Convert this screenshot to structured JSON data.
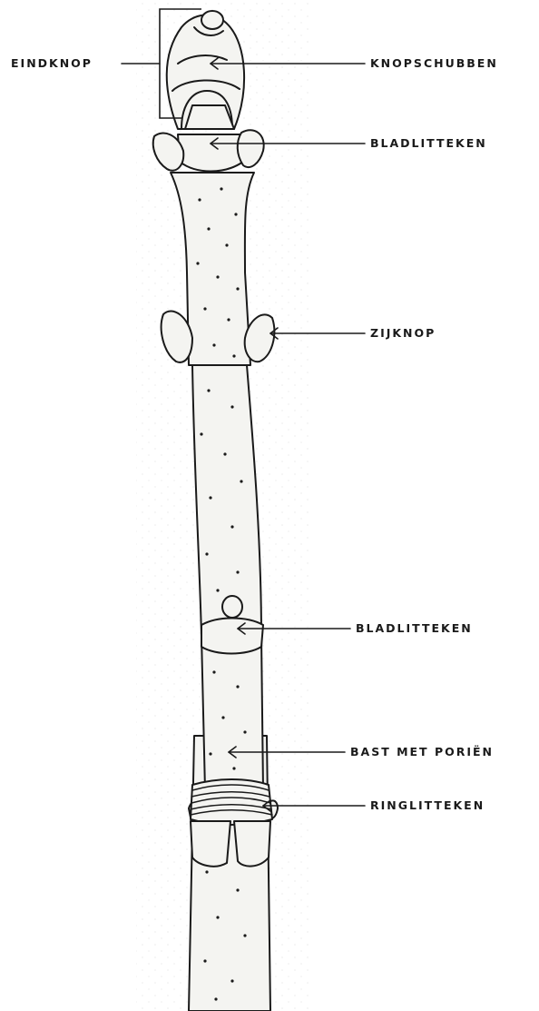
{
  "labels": {
    "terminal_bud": "EINDKNOP",
    "bud_scales": "KNOPSCHUBBEN",
    "leaf_scar_top": "BLADLITTEKEN",
    "lateral_bud": "ZIJKNOP",
    "leaf_scar_middle": "BLADLITTEKEN",
    "bark_with_pores": "BAST MET PORIËN",
    "ring_scar": "RINGLITTEKEN"
  },
  "colors": {
    "ink": "#1a1a1a",
    "paper": "#ffffff",
    "stem_fill": "#f4f4f1"
  }
}
